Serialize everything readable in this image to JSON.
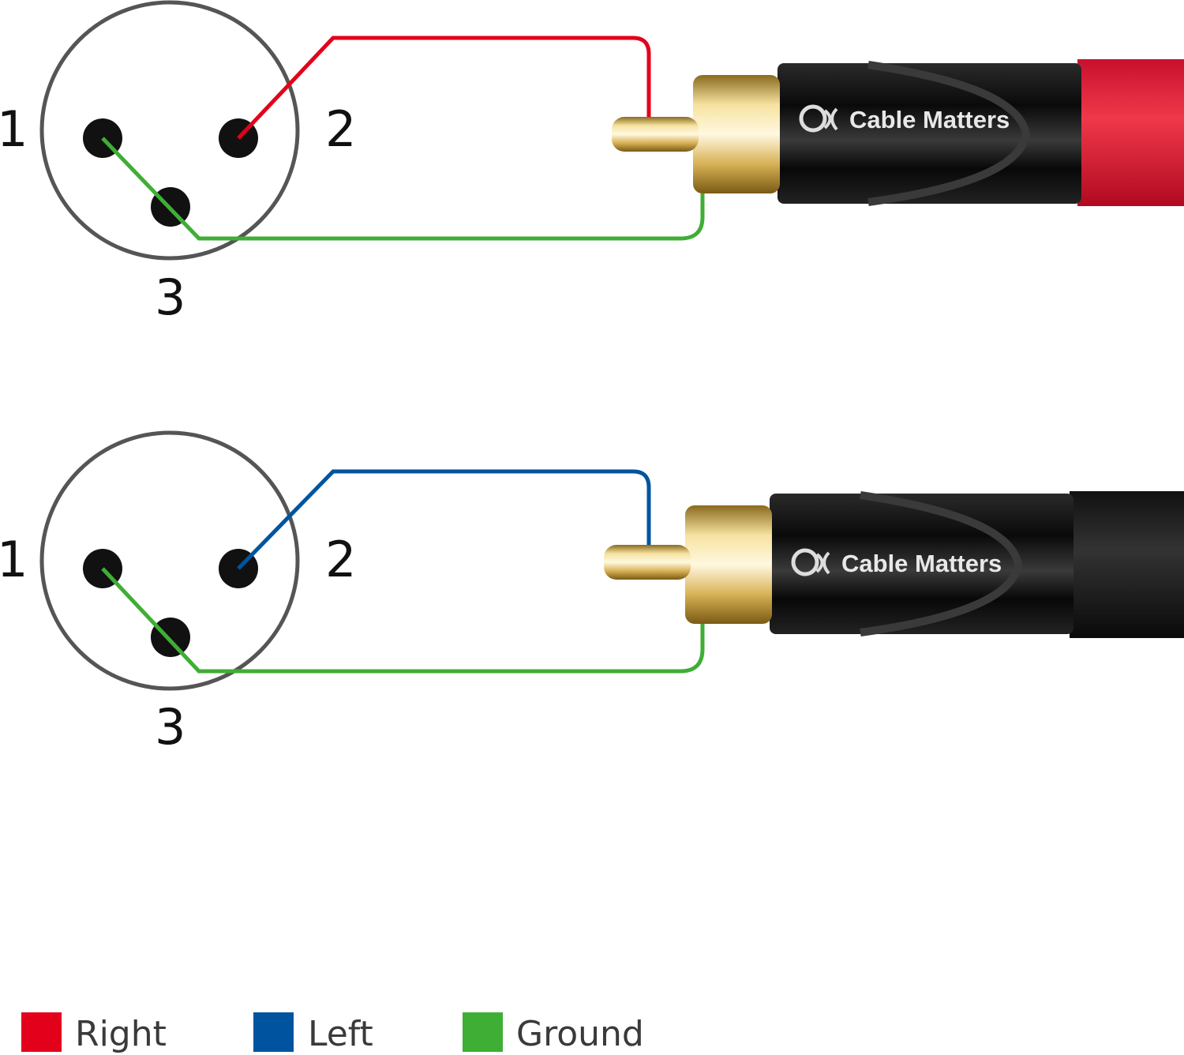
{
  "colors": {
    "right": "#e3001b",
    "left": "#00549f",
    "ground": "#3fae35",
    "circle": "#555555",
    "pin": "#111111"
  },
  "diagrams": [
    {
      "channel": "Right",
      "pins": {
        "p1": "1",
        "p2": "2",
        "p3": "3"
      },
      "brand": "Cable Matters",
      "signal_color": "#e3001b",
      "jacket_color": "#e0202e"
    },
    {
      "channel": "Left",
      "pins": {
        "p1": "1",
        "p2": "2",
        "p3": "3"
      },
      "brand": "Cable Matters",
      "signal_color": "#00549f",
      "jacket_color": "#1a1a1a"
    }
  ],
  "legend": [
    {
      "label": "Right",
      "color": "#e3001b"
    },
    {
      "label": "Left",
      "color": "#00549f"
    },
    {
      "label": "Ground",
      "color": "#3fae35"
    }
  ]
}
